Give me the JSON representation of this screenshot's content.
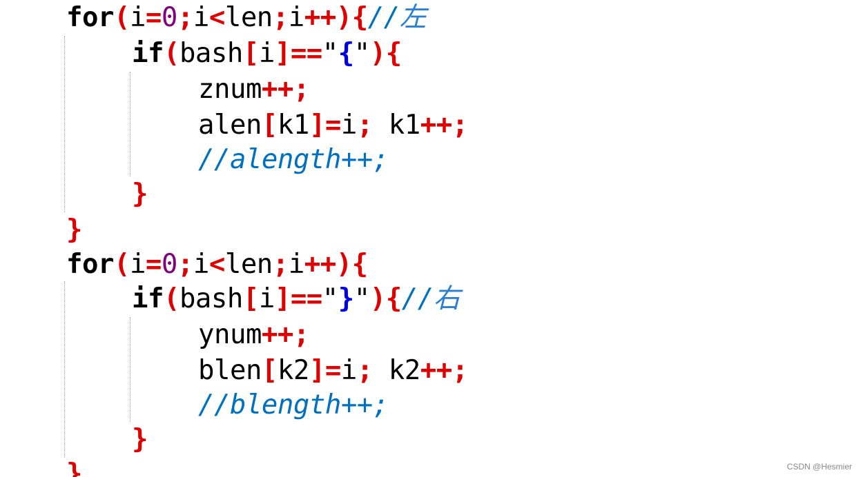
{
  "code": {
    "line1": {
      "kw": "for",
      "p1": "(",
      "v1": "i",
      "eq": "=",
      "n0": "0",
      "semi1": ";",
      "v2": "i",
      "lt": "<",
      "v3": "len",
      "semi2": ";",
      "v4": "i",
      "inc": "++",
      "p2": ")",
      "brace": "{",
      "comment": "//",
      "comment_cn": "左"
    },
    "line2": {
      "kw": "if",
      "p1": "(",
      "id": "bash",
      "b1": "[",
      "idx": "i",
      "b2": "]",
      "eqeq": "==",
      "q1": "\"",
      "ch": "{",
      "q2": "\"",
      "p2": ")",
      "brace": "{"
    },
    "line3": {
      "id": "znum",
      "op": "++;",
      "text_full": "znum++;"
    },
    "line4": {
      "id": "alen",
      "b1": "[",
      "idx": "k1",
      "b2": "]",
      "eq": "=",
      "val": "i",
      "semi": ";",
      "sp": " ",
      "id2": "k1",
      "op": "++;"
    },
    "line5": {
      "comment": "//alength++;"
    },
    "line6": {
      "brace": "}"
    },
    "line7": {
      "brace": "}"
    },
    "line8": {
      "kw": "for",
      "p1": "(",
      "v1": "i",
      "eq": "=",
      "n0": "0",
      "semi1": ";",
      "v2": "i",
      "lt": "<",
      "v3": "len",
      "semi2": ";",
      "v4": "i",
      "inc": "++",
      "p2": ")",
      "brace": "{"
    },
    "line9": {
      "kw": "if",
      "p1": "(",
      "id": "bash",
      "b1": "[",
      "idx": "i",
      "b2": "]",
      "eqeq": "==",
      "q1": "\"",
      "ch": "}",
      "q2": "\"",
      "p2": ")",
      "brace": "{",
      "comment": "//",
      "comment_cn": "右"
    },
    "line10": {
      "id": "ynum",
      "op": "++;"
    },
    "line11": {
      "id": "blen",
      "b1": "[",
      "idx": "k2",
      "b2": "]",
      "eq": "=",
      "val": "i",
      "semi": ";",
      "sp": " ",
      "id2": "k2",
      "op": "++;"
    },
    "line12": {
      "comment": "//blength++;"
    },
    "line13": {
      "brace": "}"
    },
    "line14": {
      "brace": "}"
    }
  },
  "watermark": "CSDN @Hesmier",
  "colors": {
    "keyword": "#000000",
    "operator": "#e00000",
    "number": "#800080",
    "comment": "#0070c0",
    "string_brace": "#0000e0"
  }
}
